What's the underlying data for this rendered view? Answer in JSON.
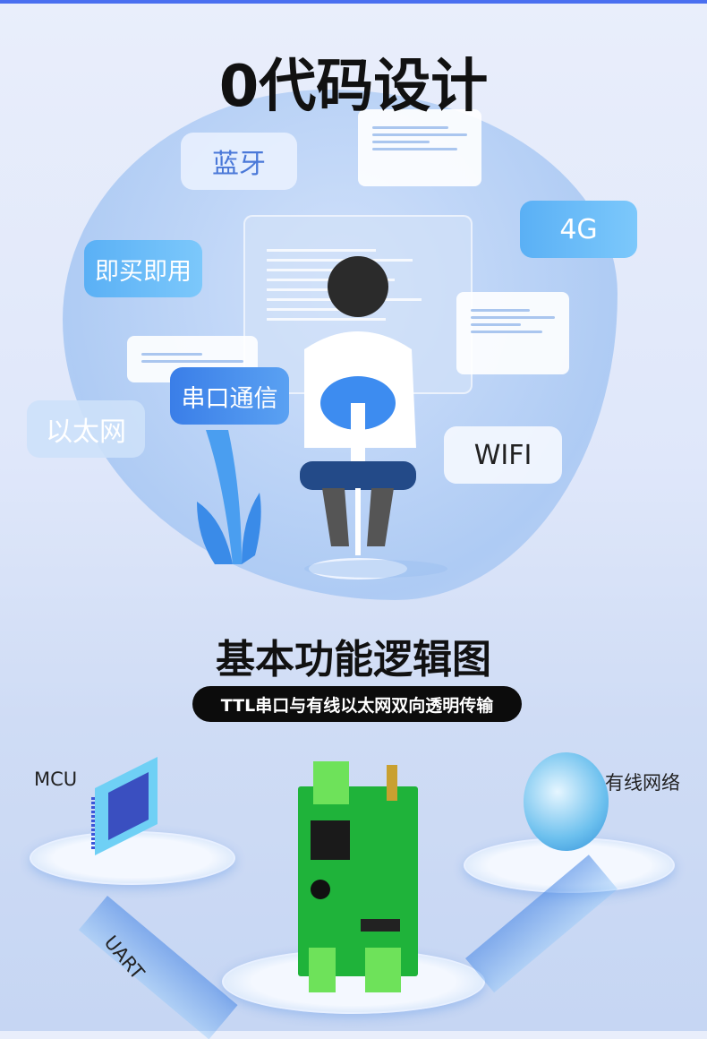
{
  "hero": {
    "title": "0代码设计",
    "tags": {
      "bluetooth": "蓝牙",
      "ready": "即买即用",
      "lte": "4G",
      "serial": "串口通信",
      "ethernet": "以太网",
      "wifi": "WIFI"
    }
  },
  "logic": {
    "title": "基本功能逻辑图",
    "subtitle": "TTL串口与有线以太网双向透明传输",
    "mcu_label": "MCU",
    "network_label": "有线网络",
    "uart_label": "UART"
  },
  "colors": {
    "accent": "#4a6ff0",
    "pcb": "#1fb33a"
  }
}
